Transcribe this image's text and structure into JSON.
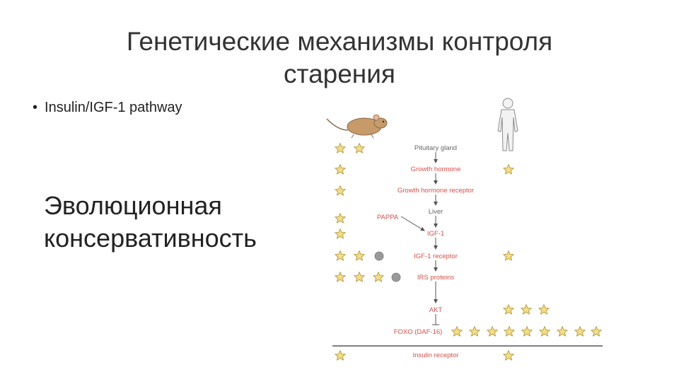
{
  "slide": {
    "title_line1": "Генетические механизмы контроля",
    "title_line2": "старения",
    "bullet": "Insulin/IGF-1 pathway",
    "subtitle_line1": "Эволюционная",
    "subtitle_line2": "консервативность"
  },
  "pathway": {
    "steps": {
      "pituitary": "Pituitary gland",
      "gh": "Growth hormone",
      "ghr": "Growth hormone receptor",
      "liver": "Liver",
      "pappa": "PAPPA",
      "igf1": "IGF-1",
      "igf1r": "IGF-1 receptor",
      "irs": "IRS proteins",
      "akt": "AKT",
      "foxo": "FOXO (DAF-16)",
      "insr": "Insulin receptor"
    },
    "label_colors": {
      "gray": "#666666",
      "red": "#d2504a"
    },
    "star_color": "#f3dc8c",
    "star_outline": "#b59a3a",
    "dot_color": "#9a9a9a",
    "icons": [
      "mouse-icon",
      "human-icon",
      "star-icon",
      "gray-dot-icon"
    ]
  }
}
